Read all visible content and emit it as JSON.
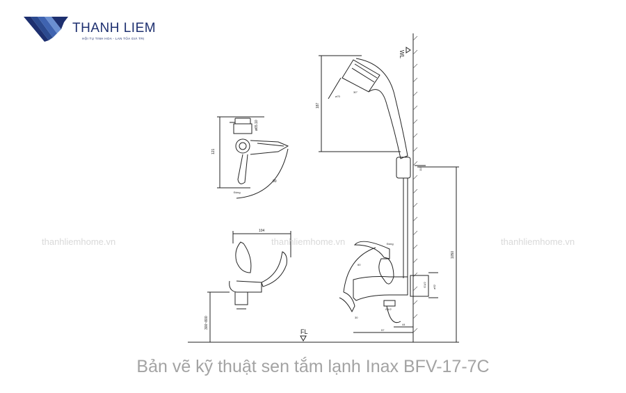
{
  "brand": {
    "name": "THANH LIEM",
    "tagline": "HỘI TỤ TINH HOA - LAN TỎA GIÁ TRỊ",
    "color": "#1d2f6f"
  },
  "watermark": {
    "text": "thanhliemhome.vn"
  },
  "drawing": {
    "wall_label": "WL",
    "floor_label": "FL",
    "handle_label": "Đóng",
    "dims": {
      "top_height": "121",
      "top_small": "ø65.10",
      "top_angle": "90",
      "side_width": "104",
      "side_height": "300~800",
      "head_length": "187",
      "head_angle_a": "ø70",
      "head_angle_b": "30°",
      "holder": "113",
      "total_height": "1050",
      "pipe_dia": "ø52",
      "g1": "G1/2",
      "g2": "G1/2",
      "spout": "57",
      "offset": "44",
      "spout_h": "30",
      "lever_angle": "60"
    }
  },
  "caption": "Bản vẽ kỹ thuật sen tắm lạnh Inax BFV-17-7C"
}
